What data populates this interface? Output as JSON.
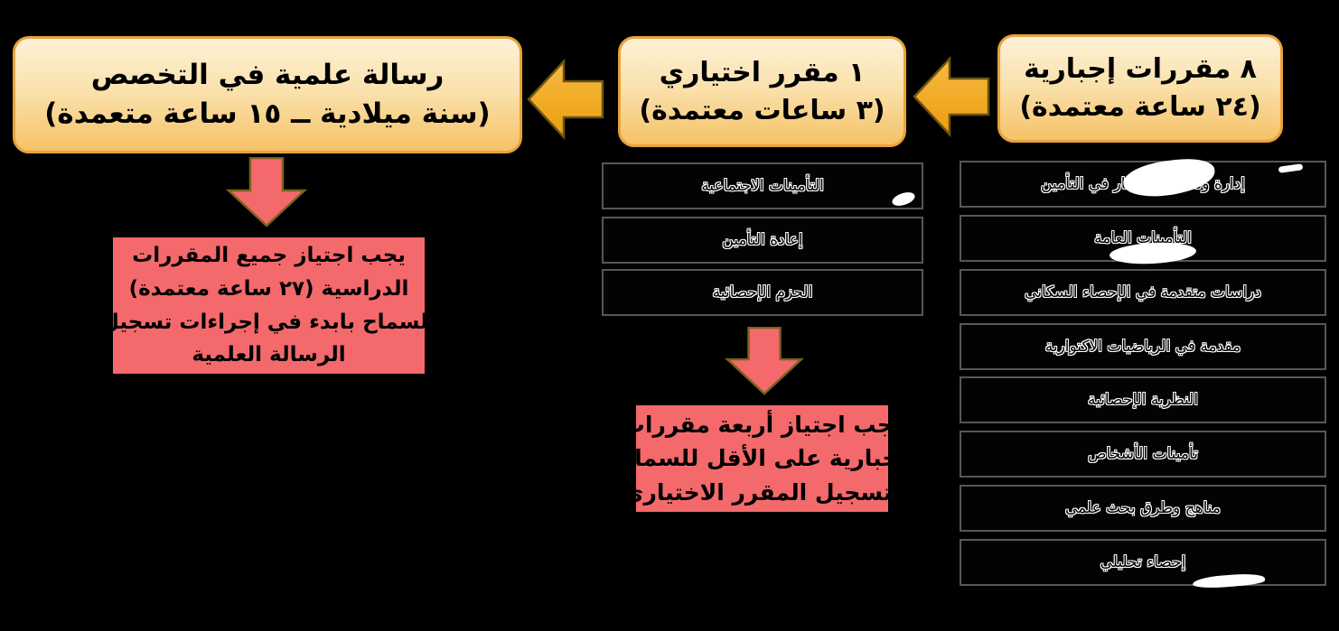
{
  "colors": {
    "background": "#000000",
    "stage_box_border": "#E8A33D",
    "stage_box_fill_top": "#FDF1D6",
    "stage_box_fill_bottom": "#F5C267",
    "orange_arrow_fill": "#F0A61F",
    "red_arrow_fill": "#F4696B",
    "note_box_fill": "#F4696B",
    "course_box_border": "#575757",
    "course_text_outline": "#FFFFFF"
  },
  "stages": {
    "mandatory": {
      "title_line1": "٨ مقررات إجبارية",
      "title_line2": "(٢٤ ساعة معتمدة)",
      "courses": [
        "إدارة وتحليل الأخطار في التأمين",
        "التأمينات العامة",
        "دراسات متقدمة في الإحصاء السكاني",
        "مقدمة في الرياضيات الاكتوارية",
        "النظرية الإحصائية",
        "تأمينات الأشخاص",
        "مناهج وطرق بحث علمي",
        "إحصاء تحليلي"
      ]
    },
    "elective": {
      "title_line1": "١ مقرر اختياري",
      "title_line2": "(٣ ساعات معتمدة)",
      "courses": [
        "التأمينات الاجتماعية",
        "إعادة التأمين",
        "الحزم الإحصائية"
      ],
      "note_line1": "يجب اجتياز أربعة مقررات",
      "note_line2": "إجبارية على الأقل للسماح",
      "note_line3": "بتسجيل المقرر الاختياري"
    },
    "thesis": {
      "title_line1": "رسالة علمية في التخصص",
      "title_line2": "(سنة ميلادية ــ ١٥ ساعة متعمدة)",
      "note_line1": "يجب اجتياز جميع المقررات",
      "note_line2": "الدراسية (٢٧ ساعة معتمدة)",
      "note_line3": "للسماح بابدء في إجراءات تسجيل",
      "note_line4": "الرسالة العلمية"
    }
  }
}
